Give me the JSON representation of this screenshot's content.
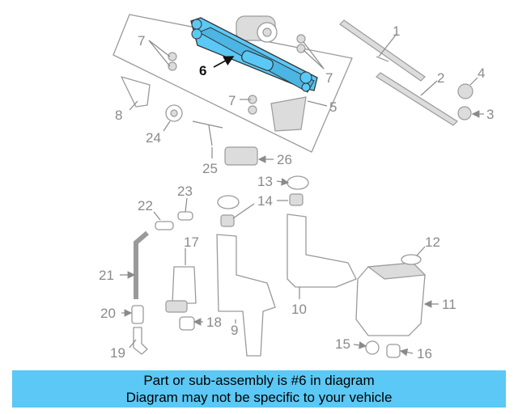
{
  "diagram": {
    "callouts": [
      "1",
      "2",
      "3",
      "4",
      "5",
      "6",
      "7",
      "7",
      "7",
      "8",
      "9",
      "10",
      "11",
      "12",
      "13",
      "14",
      "15",
      "16",
      "17",
      "18",
      "19",
      "20",
      "21",
      "22",
      "23",
      "24",
      "25",
      "26"
    ],
    "highlighted_part": "6",
    "highlight_color": "#5bc8f5"
  },
  "footer": {
    "line1": "Part or sub-assembly is #6 in diagram",
    "line2": "Diagram may not be specific to your vehicle",
    "background": "#5bc8f5"
  }
}
